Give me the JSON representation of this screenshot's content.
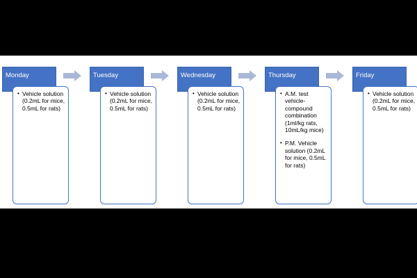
{
  "days": [
    {
      "name": "Monday",
      "items": [
        "Vehicle solution (0.2mL for mice, 0.5mL for rats)"
      ]
    },
    {
      "name": "Tuesday",
      "items": [
        "Vehicle solution (0.2mL for mice, 0.5mL for rats)"
      ]
    },
    {
      "name": "Wednesday",
      "items": [
        "Vehicle solution (0.2mL for mice, 0.5mL for rats)"
      ]
    },
    {
      "name": "Thursday",
      "items": [
        "A.M. test vehicle-compound combination (1ml/kg rats, 10mL/kg mice)",
        "P.M. Vehicle solution (0.2mL for mice, 0.5mL for rats)"
      ]
    },
    {
      "name": "Friday",
      "items": [
        "Vehicle solution (0.2mL for mice, 0.5mL for rats)"
      ]
    }
  ],
  "colors": {
    "header": "#4472c4",
    "arrow": "#aab8d8",
    "box_border": "#4472c4"
  }
}
